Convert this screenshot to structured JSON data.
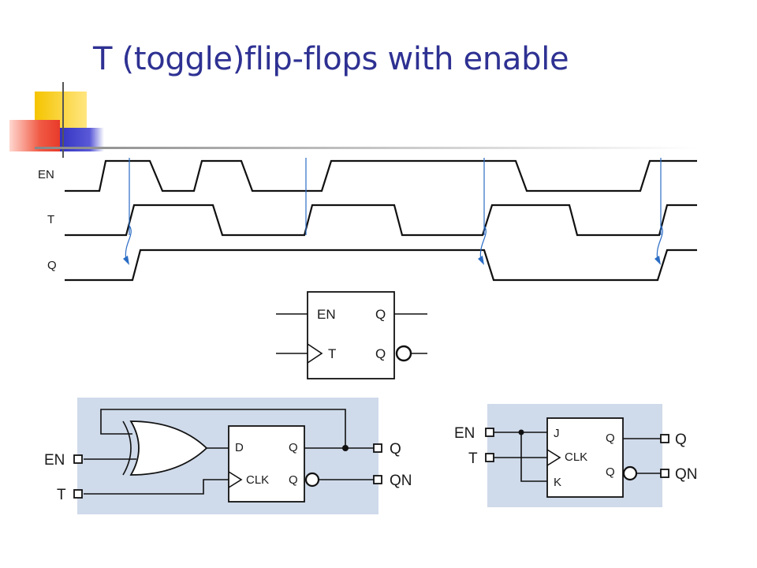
{
  "slide": {
    "title": "T (toggle)flip-flops with enable"
  },
  "timing_diagram": {
    "signals": [
      {
        "name": "EN"
      },
      {
        "name": "T"
      },
      {
        "name": "Q"
      }
    ]
  },
  "symbol": {
    "inputs": [
      "EN",
      "T"
    ],
    "outputs": [
      "Q",
      "Q"
    ]
  },
  "xor_circuit": {
    "ff_pins": [
      "D",
      "CLK",
      "Q",
      "Q"
    ],
    "inputs": [
      "EN",
      "T"
    ],
    "outputs": [
      "Q",
      "QN"
    ]
  },
  "jk_circuit": {
    "ff_pins": [
      "J",
      "CLK",
      "K",
      "Q",
      "Q"
    ],
    "inputs": [
      "EN",
      "T"
    ],
    "outputs": [
      "Q",
      "QN"
    ]
  },
  "colors": {
    "title": "#2e3192",
    "panel": "#cfdaea",
    "edge_marker": "#2a6cc4",
    "deco_yellow": "#f5c400",
    "deco_red": "#e83a2a",
    "deco_blue": "#3a3ac8"
  }
}
